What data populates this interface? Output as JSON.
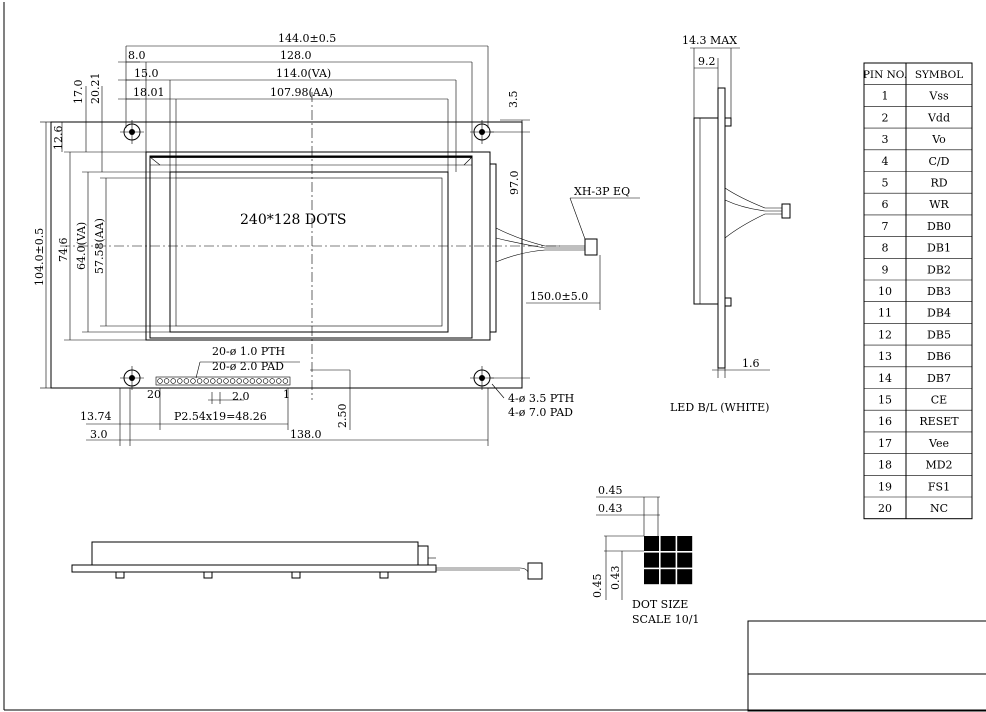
{
  "front_view": {
    "dim_width_outer": "144.0±0.5",
    "dim_w_8": "8.0",
    "dim_w_128": "128.0",
    "dim_w_15": "15.0",
    "dim_va_w": "114.0(VA)",
    "dim_w_1801": "18.01",
    "dim_aa_w": "107.98(AA)",
    "dim_h_17": "17.0",
    "dim_h_2021": "20.21",
    "dim_h_35": "3.5",
    "dim_h_126": "12.6",
    "dim_height_outer": "104.0±0.5",
    "dim_h_746": "74.6",
    "dim_va_h": "64.0(VA)",
    "dim_aa_h": "57.58(AA)",
    "dim_h_97": "97.0",
    "dots_label": "240*128 DOTS",
    "connector_label": "XH-3P EQ",
    "cable_length": "150.0±5.0",
    "pth_label": "20-ø 1.0 PTH",
    "pad_label": "20-ø 2.0 PAD",
    "pin_label_20": "20",
    "pin_label_1": "1",
    "pitch_label": "P2.54x19=48.26",
    "dim_2": "2.0",
    "dim_250": "2.50",
    "dim_1374": "13.74",
    "dim_3": "3.0",
    "dim_138": "138.0",
    "hole_pth": "4-ø 3.5 PTH",
    "hole_pad": "4-ø 7.0 PAD"
  },
  "side_view": {
    "dim_max": "14.3 MAX",
    "dim_92": "9.2",
    "dim_16": "1.6",
    "backlight_label": "LED B/L (WHITE)"
  },
  "dot_detail": {
    "dim_045_top": "0.45",
    "dim_043_top": "0.43",
    "dim_045_side": "0.45",
    "dim_043_side": "0.43",
    "title": "DOT SIZE",
    "scale": "SCALE 10/1"
  },
  "pin_table": {
    "headers": [
      "PIN NO.",
      "SYMBOL"
    ],
    "rows": [
      [
        "1",
        "Vss"
      ],
      [
        "2",
        "Vdd"
      ],
      [
        "3",
        "Vo"
      ],
      [
        "4",
        "C/D"
      ],
      [
        "5",
        "RD"
      ],
      [
        "6",
        "WR"
      ],
      [
        "7",
        "DB0"
      ],
      [
        "8",
        "DB1"
      ],
      [
        "9",
        "DB2"
      ],
      [
        "10",
        "DB3"
      ],
      [
        "11",
        "DB4"
      ],
      [
        "12",
        "DB5"
      ],
      [
        "13",
        "DB6"
      ],
      [
        "14",
        "DB7"
      ],
      [
        "15",
        "CE"
      ],
      [
        "16",
        "RESET"
      ],
      [
        "17",
        "Vee"
      ],
      [
        "18",
        "MD2"
      ],
      [
        "19",
        "FS1"
      ],
      [
        "20",
        "NC"
      ]
    ]
  }
}
